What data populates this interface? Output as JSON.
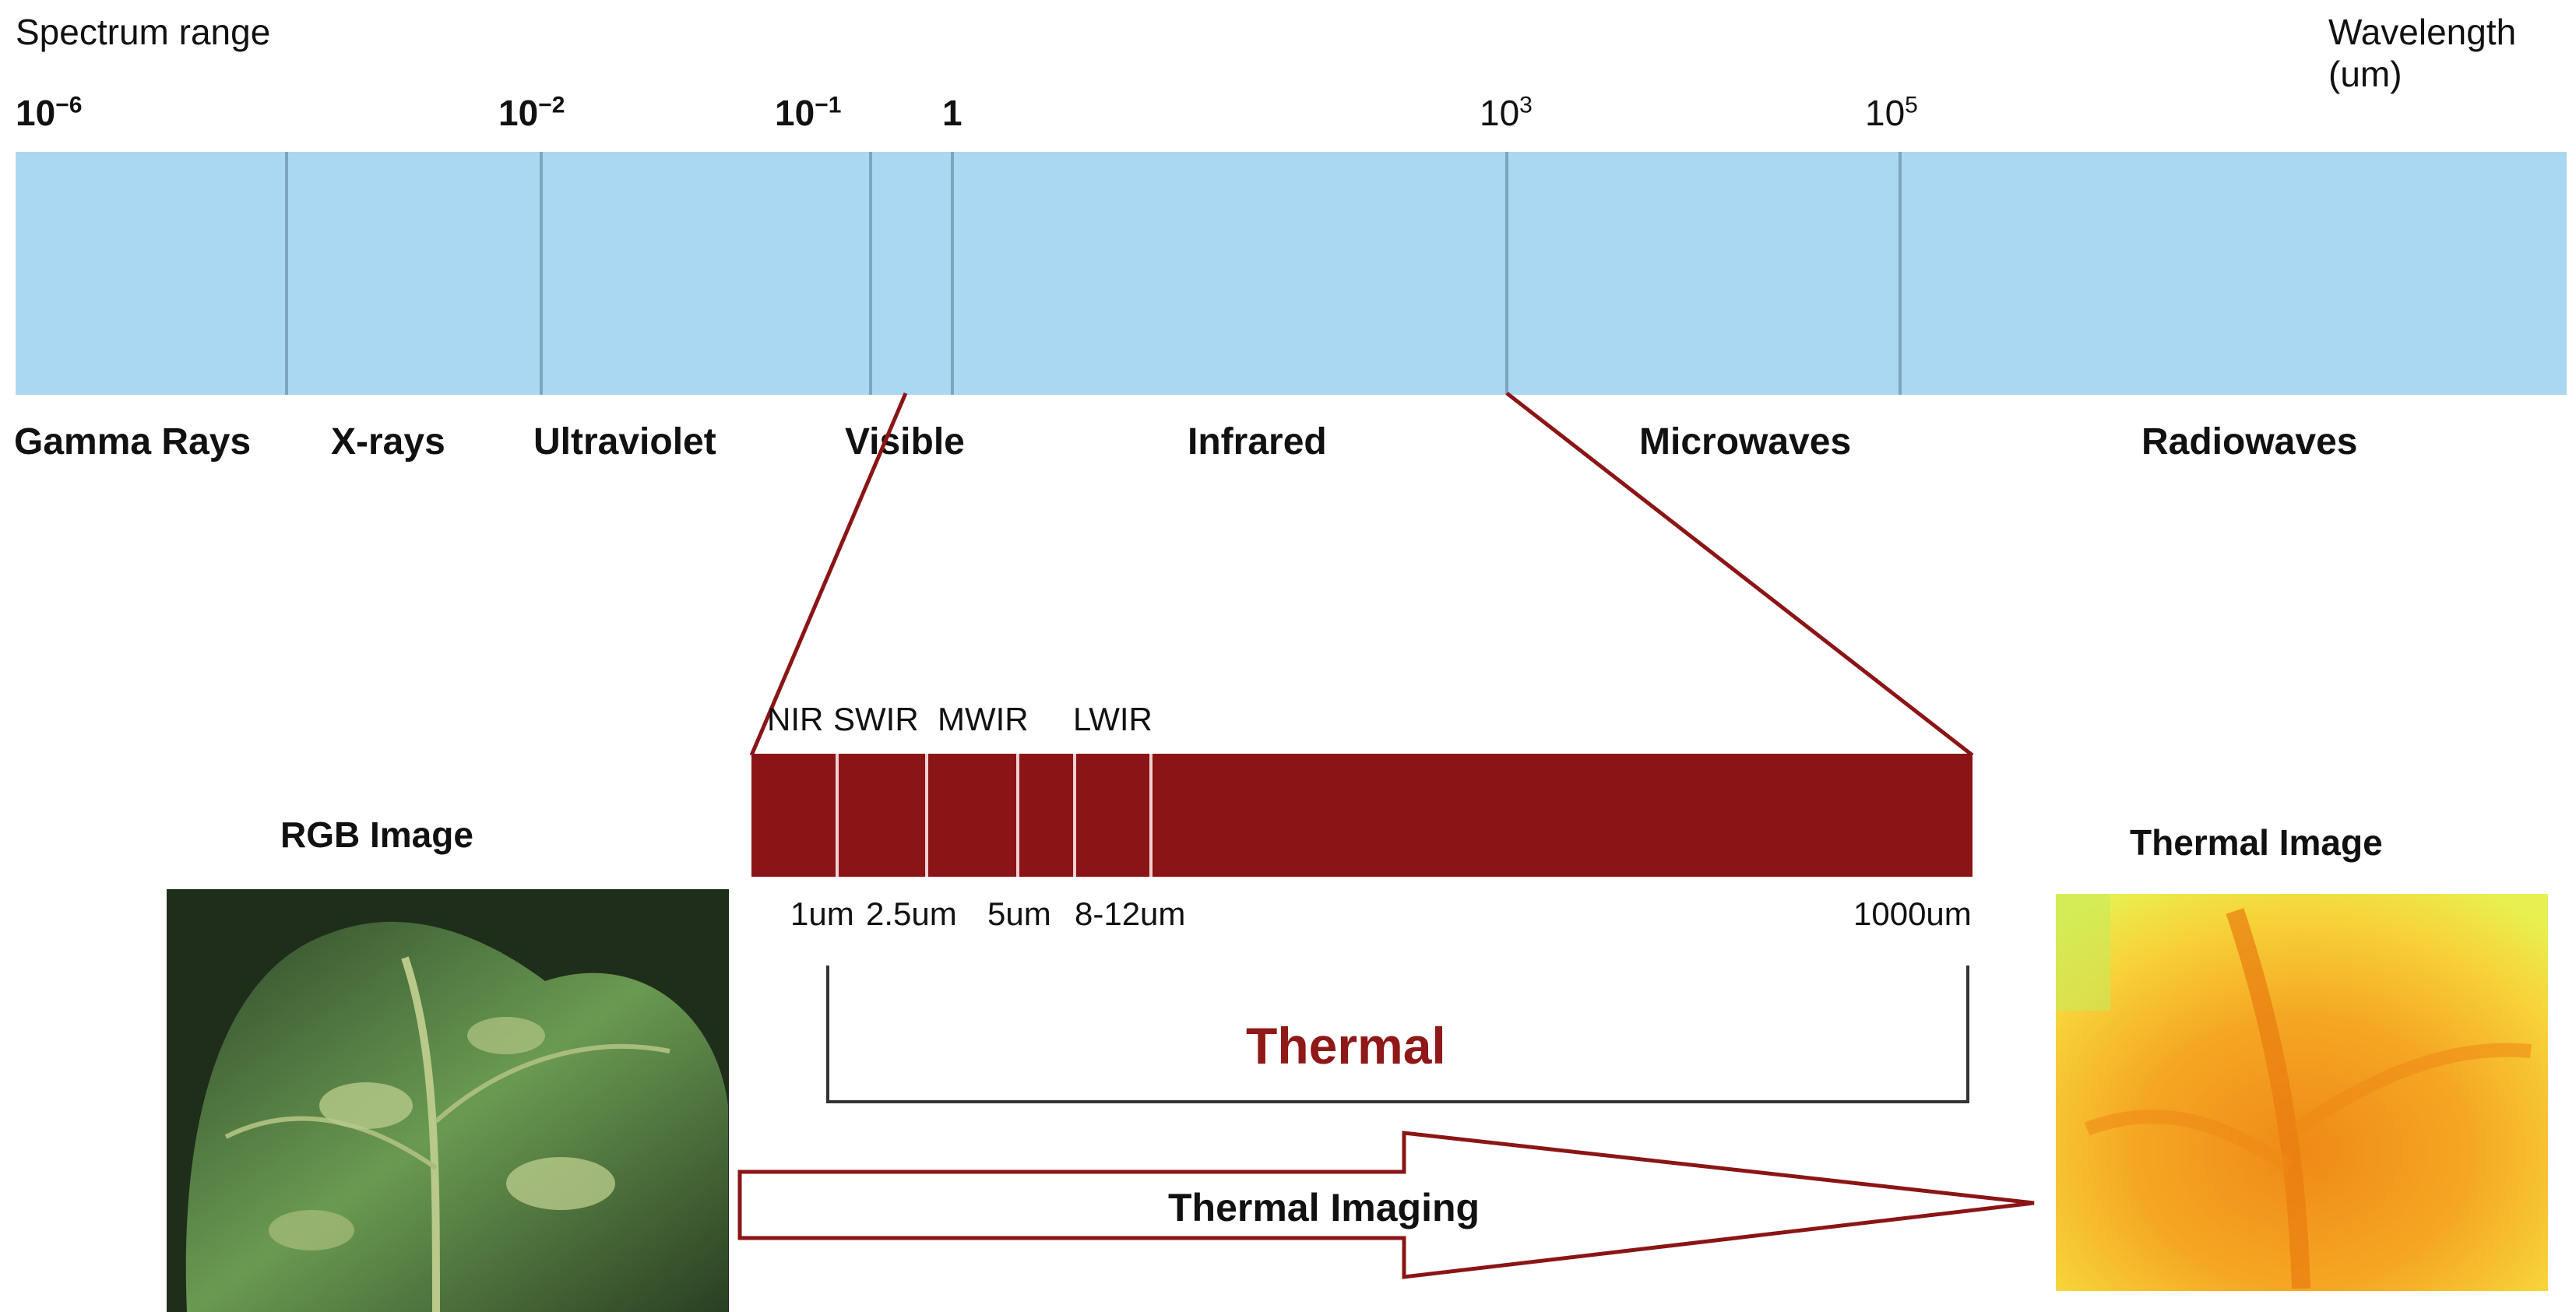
{
  "header": {
    "spectrum_range": "Spectrum range",
    "wavelength_line1": "Wavelength",
    "wavelength_line2": "(um)"
  },
  "ticks": [
    {
      "base": "10",
      "exp": "−6"
    },
    {
      "base": "10",
      "exp": "−2"
    },
    {
      "base": "10",
      "exp": "−1"
    },
    {
      "base": "1",
      "exp": ""
    },
    {
      "base": "10",
      "exp": "3"
    },
    {
      "base": "10",
      "exp": "5"
    }
  ],
  "bands": [
    "Gamma Rays",
    "X-rays",
    "Ultraviolet",
    "Visible",
    "Infrared",
    "Microwaves",
    "Radiowaves"
  ],
  "ir_subbands": [
    "NIR",
    "SWIR",
    "MWIR",
    "LWIR"
  ],
  "ir_wavelengths": [
    "1um",
    "2.5um",
    "5um",
    "8-12um",
    "1000um"
  ],
  "labels": {
    "rgb_image": "RGB Image",
    "thermal_image": "Thermal Image",
    "thermal": "Thermal",
    "thermal_imaging": "Thermal Imaging"
  },
  "colors": {
    "spectrum_bar": "#aad8f2",
    "ir_bar": "#8b1516",
    "leaf_green": "#5a8a4a",
    "thermal_orange": "#f39a1c",
    "thermal_yellow": "#f7e23a"
  }
}
